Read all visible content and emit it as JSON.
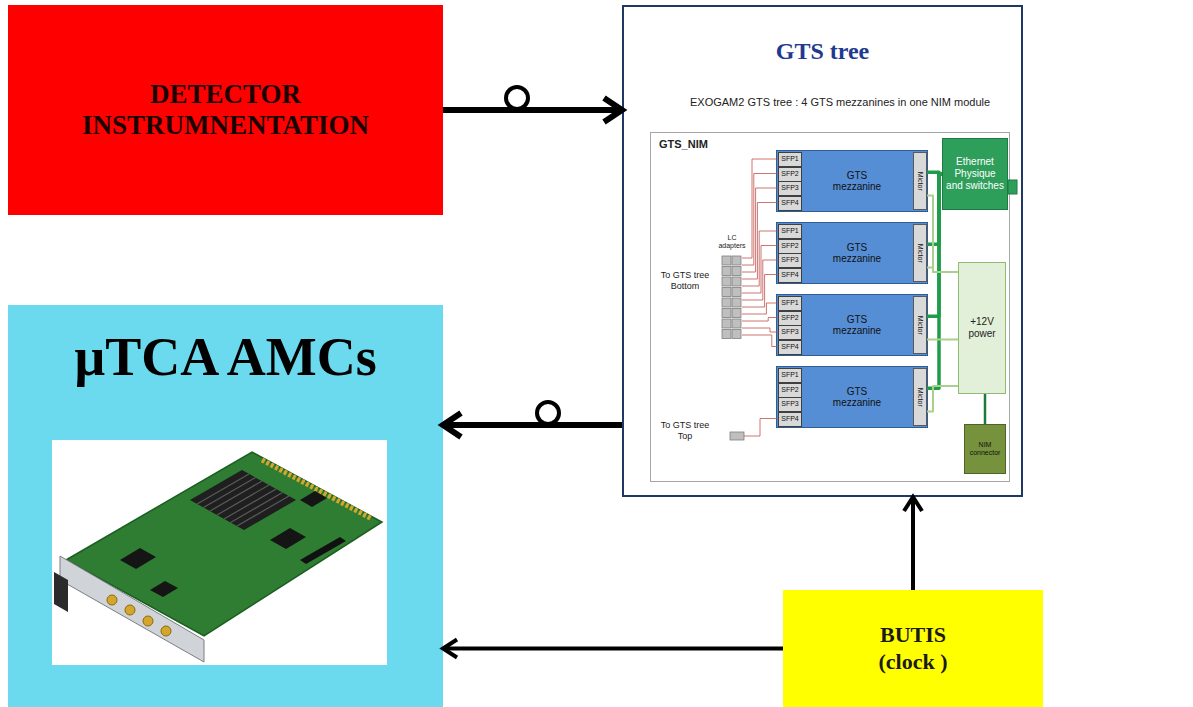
{
  "diagram": {
    "nodes": [
      {
        "text": [
          "DETECTOR INSTRUMNENTATION"
        ]
      },
      {
        "text": [
          "GTS tree",
          "EXOGAM2 GTS tree : 4 GTS mezzanines in one NIM module"
        ]
      },
      {
        "text": [
          "GTS_NIM"
        ],
        "in": 1
      },
      {
        "text": [
          "GTS mezzanine"
        ],
        "in": 2
      },
      {
        "text": [
          "SFP1"
        ],
        "in": 3
      },
      {
        "text": [
          "SFP2"
        ],
        "in": 3
      },
      {
        "text": [
          "SFP3"
        ],
        "in": 3
      },
      {
        "text": [
          "SFP4"
        ],
        "in": 3
      },
      {
        "text": [
          "Mictor"
        ],
        "in": 3
      },
      {
        "text": [
          "GTS mezzanine"
        ],
        "in": 2
      },
      {
        "text": [
          "SFP1"
        ],
        "in": 9
      },
      {
        "text": [
          "SFP2"
        ],
        "in": 9
      },
      {
        "text": [
          "SFP3"
        ],
        "in": 9
      },
      {
        "text": [
          "SFP4"
        ],
        "in": 9
      },
      {
        "text": [
          "Mictor"
        ],
        "in": 9
      },
      {
        "text": [
          "GTS mezzanine"
        ],
        "in": 2
      },
      {
        "text": [
          "SFP1"
        ],
        "in": 15
      },
      {
        "text": [
          "SFP2"
        ],
        "in": 15
      },
      {
        "text": [
          "SFP3"
        ],
        "in": 15
      },
      {
        "text": [
          "SFP4"
        ],
        "in": 15
      },
      {
        "text": [
          "Mictor"
        ],
        "in": 15
      },
      {
        "text": [
          "GTS mezzanine"
        ],
        "in": 2
      },
      {
        "text": [
          "SFP1"
        ],
        "in": 21
      },
      {
        "text": [
          "SFP2"
        ],
        "in": 21
      },
      {
        "text": [
          "SFP3"
        ],
        "in": 21
      },
      {
        "text": [
          "SFP4"
        ],
        "in": 21
      },
      {
        "text": [
          "Mictor"
        ],
        "in": 21
      },
      {
        "text": [
          "Ethernet Physique and switches"
        ],
        "in": 2
      },
      {
        "text": [
          "+12V power"
        ],
        "in": 2
      },
      {
        "text": [
          "NIM connector"
        ],
        "in": 2
      },
      {
        "text": [
          "µTCA AMCs"
        ]
      },
      {
        "text": [
          "BUTIS (clock )"
        ]
      }
    ],
    "edges": [
      {
        "from": 0,
        "to": 1,
        "arrow": "to"
      },
      {
        "from": 1,
        "to": 30,
        "arrow": "to"
      },
      {
        "from": 31,
        "to": 1,
        "arrow": "to"
      },
      {
        "from": 31,
        "to": 30,
        "arrow": "to"
      },
      {
        "from": 8,
        "to": 27,
        "arrow": "none"
      },
      {
        "from": 14,
        "to": 27,
        "arrow": "none"
      },
      {
        "from": 20,
        "to": 27,
        "arrow": "none"
      },
      {
        "from": 26,
        "to": 27,
        "arrow": "none"
      },
      {
        "from": 8,
        "to": 28,
        "arrow": "none"
      },
      {
        "from": 14,
        "to": 28,
        "arrow": "none"
      },
      {
        "from": 20,
        "to": 28,
        "arrow": "none"
      },
      {
        "from": 26,
        "to": 28,
        "arrow": "none"
      },
      {
        "from": 28,
        "to": 29,
        "arrow": "none"
      }
    ],
    "labels": [
      "LC adapters",
      "To GTS tree Bottom",
      "To GTS tree Top"
    ]
  }
}
